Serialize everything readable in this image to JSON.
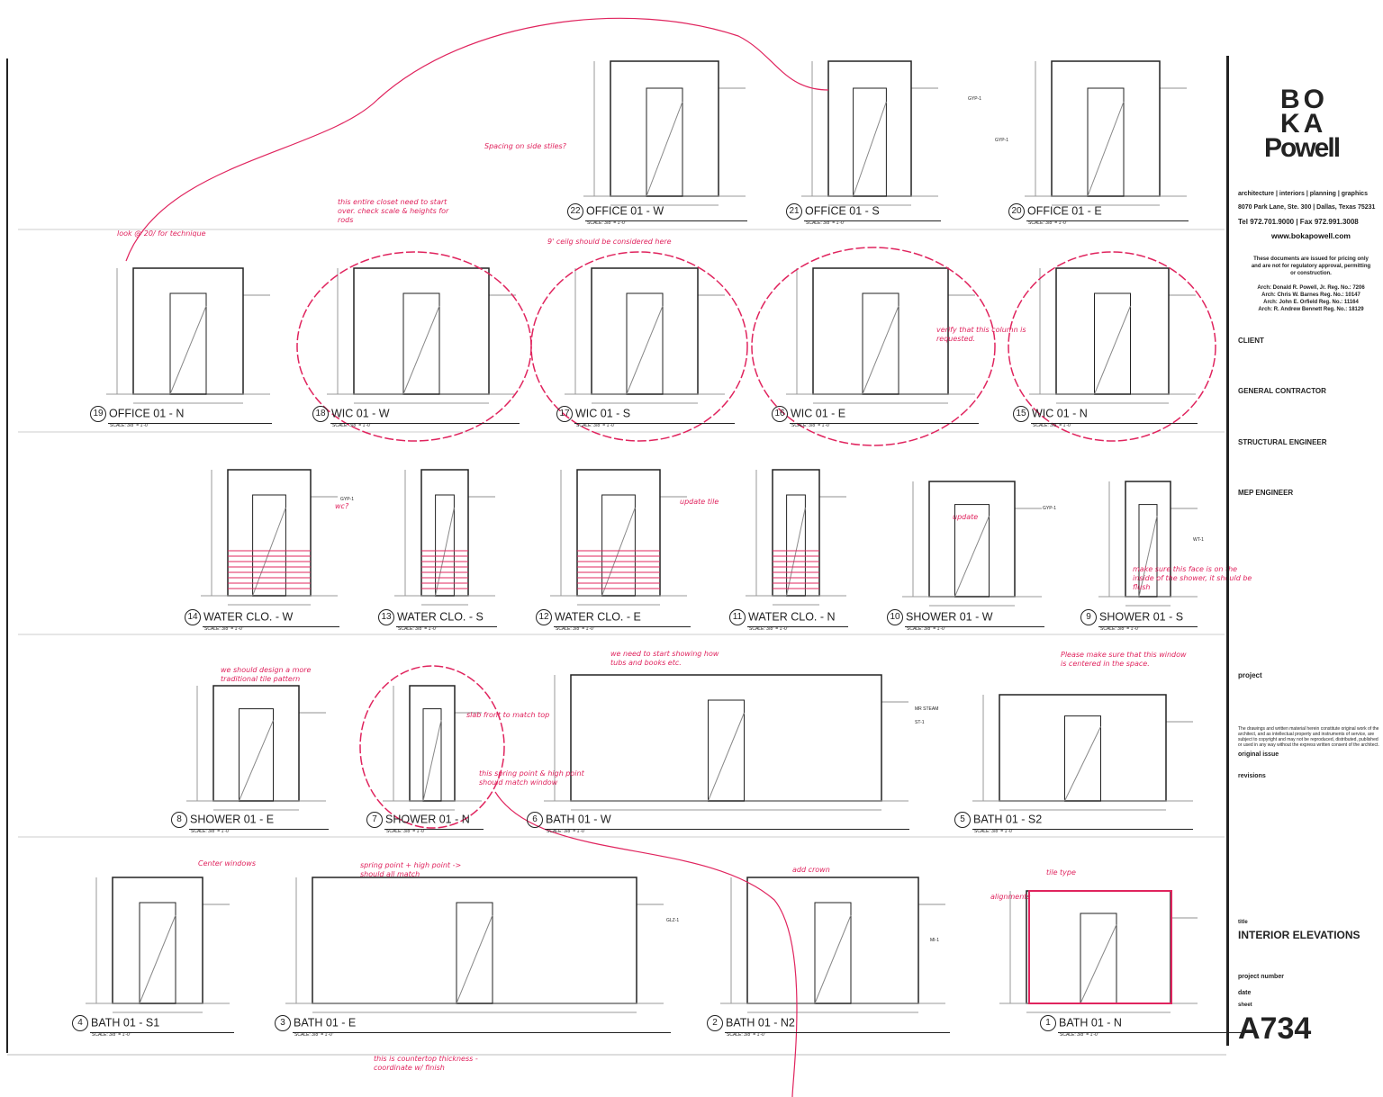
{
  "sheet": {
    "scale_text": "SCALE: 3/8\" = 1'-0\"",
    "markup_color": "#e0245e",
    "ink_color": "#222222",
    "elevations": [
      {
        "num": "22",
        "title": "OFFICE 01 - W"
      },
      {
        "num": "21",
        "title": "OFFICE 01 - S"
      },
      {
        "num": "20",
        "title": "OFFICE 01 - E"
      },
      {
        "num": "19",
        "title": "OFFICE 01 - N"
      },
      {
        "num": "18",
        "title": "WIC 01 - W"
      },
      {
        "num": "17",
        "title": "WIC 01 - S"
      },
      {
        "num": "16",
        "title": "WIC 01 - E"
      },
      {
        "num": "15",
        "title": "WIC 01 - N"
      },
      {
        "num": "14",
        "title": "WATER CLO. - W"
      },
      {
        "num": "13",
        "title": "WATER CLO. - S"
      },
      {
        "num": "12",
        "title": "WATER CLO. - E"
      },
      {
        "num": "11",
        "title": "WATER CLO. - N"
      },
      {
        "num": "10",
        "title": "SHOWER 01 - W"
      },
      {
        "num": "9",
        "title": "SHOWER 01 - S"
      },
      {
        "num": "8",
        "title": "SHOWER 01 - E"
      },
      {
        "num": "7",
        "title": "SHOWER 01 - N"
      },
      {
        "num": "6",
        "title": "BATH 01 - W"
      },
      {
        "num": "5",
        "title": "BATH 01 - S2"
      },
      {
        "num": "4",
        "title": "BATH 01 - S1"
      },
      {
        "num": "3",
        "title": "BATH 01 - E"
      },
      {
        "num": "2",
        "title": "BATH 01 - N2"
      },
      {
        "num": "1",
        "title": "BATH 01 - N"
      }
    ],
    "material_tags": [
      "GYP-1",
      "GYP-1",
      "GYP-1",
      "GYP-1",
      "WT-1",
      "MR STEAM",
      "ST-1",
      "GLZ-1",
      "MI-1"
    ],
    "notes": [
      "Spacing on side stiles?",
      "this entire closet need to start over. check scale & heights for rods",
      "look @ 20/ for technique",
      "9' ceilg should be considered here",
      "verify that this column is requested.",
      "wc?",
      "update tile",
      "update",
      "make sure this face is on the inside of the shower, it should be flush",
      "we should design a more traditional tile pattern",
      "slab front to match top",
      "this spring point & high point should match window",
      "we need to start showing how tubs and books etc.",
      "Please make sure that this window is centered in the space.",
      "spring point + high point -> should all match",
      "this is countertop thickness - coordinate w/ finish",
      "add crown",
      "tile type",
      "alignments",
      "Center windows"
    ]
  },
  "title_block": {
    "logo_line1": "BO",
    "logo_line2": "KA",
    "logo_line3": "Powell",
    "services": "architecture | interiors | planning | graphics",
    "address": "8070 Park Lane, Ste. 300 | Dallas, Texas 75231",
    "phone": "Tel 972.701.9000 | Fax 972.991.3008",
    "website": "www.bokapowell.com",
    "issue_note": "These documents are issued for pricing only and are not for regulatory approval, permitting or construction.",
    "architects": [
      "Arch: Donald R. Powell, Jr.   Reg. No.: 7206",
      "Arch: Chris W. Barnes   Reg. No.: 10147",
      "Arch: John E. Orfield   Reg. No.: 11164",
      "Arch: R. Andrew Bennett   Reg. No.: 18129"
    ],
    "client_label": "CLIENT",
    "gc_label": "GENERAL CONTRACTOR",
    "structural_label": "STRUCTURAL ENGINEER",
    "mep_label": "MEP ENGINEER",
    "project_label": "project",
    "copyright": "The drawings and written material herein constitute original work of the architect, and as intellectual property and instruments of service, are subject to copyright and may not be reproduced, distributed, published or used in any way without the express written consent of the architect.",
    "original_issue_label": "original issue",
    "revisions_label": "revisions",
    "title_label": "title",
    "title_value": "INTERIOR ELEVATIONS",
    "project_number_label": "project number",
    "date_label": "date",
    "sheet_label": "sheet",
    "sheet_number": "A734"
  }
}
